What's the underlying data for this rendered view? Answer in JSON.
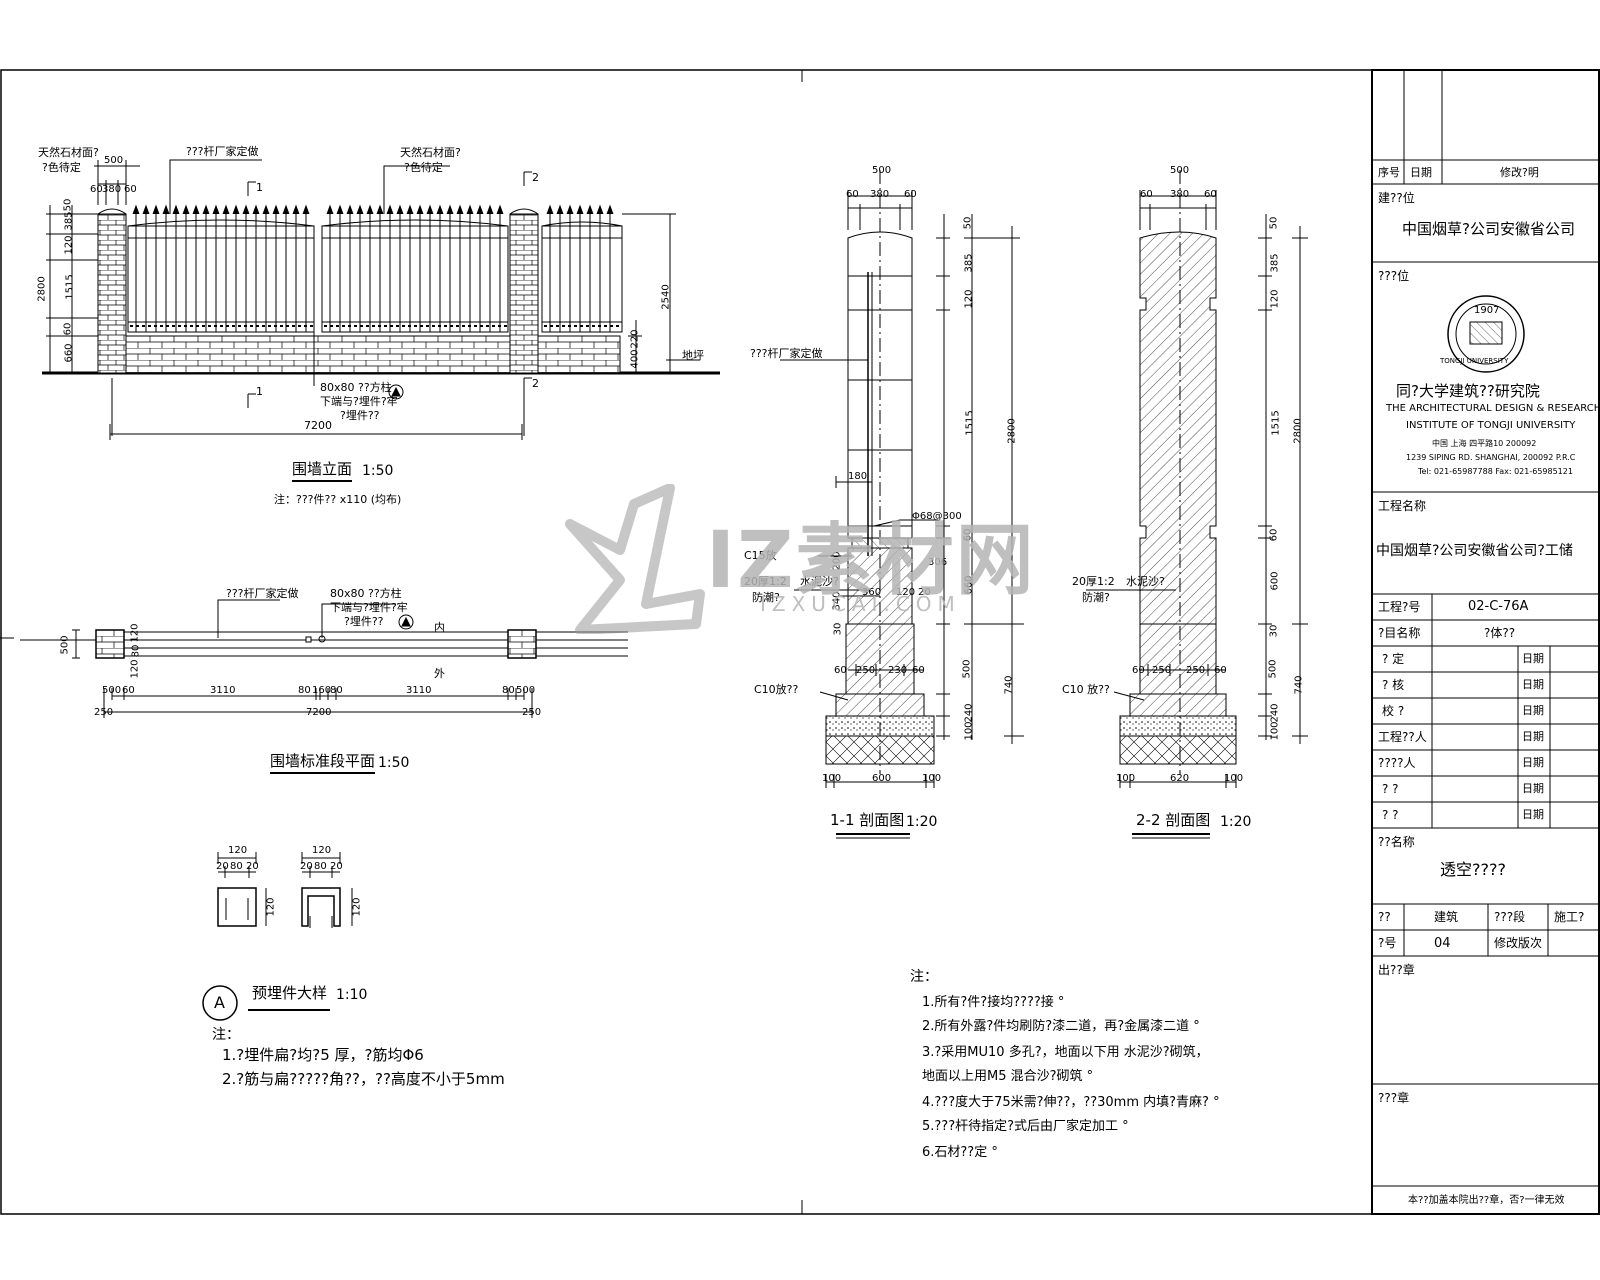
{
  "elevation": {
    "title": "围墙立面",
    "scale": "1:50",
    "note": "注：???件?? x110 (均布)",
    "labels": {
      "stone_left_1": "天然石材面?",
      "stone_left_2": "?色待定",
      "stone_right_1": "天然石材面?",
      "stone_right_2": "?色待定",
      "rail_maker": "???杆厂家定做",
      "post_1": "80x80 ??方柱",
      "post_2": "下端与?埋件?牢",
      "post_3": "?埋件??",
      "ground": "地坪",
      "sec1": "1",
      "sec2": "2"
    },
    "dims": {
      "top500": "500",
      "d60a": "60",
      "d380": "380",
      "d60b": "60",
      "d50": "50",
      "d385": "385",
      "d120": "120",
      "d1515": "1515",
      "d60": "60",
      "d660": "660",
      "d2800": "2800",
      "d2540": "2540",
      "d220": "220",
      "d400": "400",
      "d7200": "7200"
    }
  },
  "plan": {
    "title": "围墙标准段平面",
    "scale": "1:50",
    "labels": {
      "rail_maker": "???杆厂家定做",
      "post_1": "80x80 ??方柱",
      "post_2": "下端与?埋件?牢",
      "post_3": "?埋件??",
      "inside": "内",
      "outside": "外",
      "mark_a": "A"
    },
    "dims": {
      "d500v": "500",
      "d120": "120",
      "d80": "80",
      "d120b": "120",
      "r500": "500",
      "r60": "60",
      "r3110a": "3110",
      "r80a": "80",
      "r160": "160",
      "r80b": "80",
      "r3110b": "3110",
      "r80c": "80",
      "r500b": "500",
      "r250a": "250",
      "r7200": "7200",
      "r250b": "250"
    }
  },
  "section1": {
    "title": "1-1 剖面图",
    "scale": "1:20",
    "labels": {
      "rail_maker": "???杆厂家定做",
      "c15": "C15放",
      "phi": "Φ68@300",
      "waterproof_1": "20厚1:2",
      "waterproof_2": "水泥沙?",
      "waterproof_3": "防潮?",
      "c10": "C10放??"
    },
    "dims": {
      "w500": "500",
      "w60a": "60",
      "w380": "380",
      "w60b": "60",
      "h50": "50",
      "h385": "385",
      "h120": "120",
      "h1515": "1515",
      "h2800": "2800",
      "h60": "60",
      "h660": "660",
      "h200": "200",
      "h340": "340",
      "h30": "30",
      "h360": "360",
      "h120b": "120",
      "h20": "20",
      "h306": "306",
      "d180": "180",
      "b60a": "60",
      "b250": "250",
      "b230": "230",
      "b60b": "60",
      "h500": "500",
      "h740": "740",
      "h240": "240",
      "h100": "100",
      "f100a": "100",
      "f600": "600",
      "f100b": "100"
    }
  },
  "section2": {
    "title": "2-2 剖面图",
    "scale": "1:20",
    "labels": {
      "waterproof_1": "20厚1:2",
      "waterproof_2": "水泥沙?",
      "waterproof_3": "防潮?",
      "c10": "C10 放??"
    },
    "dims": {
      "w500": "500",
      "w60a": "60",
      "w380": "380",
      "w60b": "60",
      "h50": "50",
      "h385": "385",
      "h120": "120",
      "h1515": "1515",
      "h2800": "2800",
      "h60": "60",
      "h600": "600",
      "h30": "30",
      "b60a": "60",
      "b250": "250",
      "b250b": "250",
      "b60b": "60",
      "h500": "500",
      "h740": "740",
      "h240": "240",
      "h100": "100",
      "f100a": "100",
      "f620": "620",
      "f100b": "100"
    }
  },
  "detail_a": {
    "mark": "A",
    "title": "预埋件大样",
    "scale": "1:10",
    "dims": {
      "w120a": "120",
      "s20a": "20",
      "s80a": "80",
      "s20b": "20",
      "h120a": "120",
      "w120b": "120",
      "s20c": "20",
      "s80b": "80",
      "s20d": "20",
      "h120b": "120"
    },
    "notes_head": "注：",
    "notes": [
      "1.?埋件扁?均?5  厚，?筋均Φ6",
      "2.?筋与扁?????角??，??高度不小于5mm"
    ]
  },
  "general_notes": {
    "head": "注：",
    "items": [
      "1.所有?件?接均????接 °",
      "2.所有外露?件均刷防?漆二道，再?金属漆二道 °",
      "3.?采用MU10      多孔?，地面以下用            水泥沙?砌筑，",
      "   地面以上用M5       混合沙?砌筑 °",
      "4.???度大于75米需?伸??，??30mm 内填?青麻? °",
      "5.???杆待指定?式后由厂家定加工 °",
      "6.石材??定 °"
    ]
  },
  "title_block": {
    "rev_headers": [
      "序号",
      "日期",
      "修改?明"
    ],
    "owner_label": "建??位",
    "owner": "中国烟草?公司安徽省公司",
    "designer_label": "???位",
    "institute_cn": "同?大学建筑??研究院",
    "institute_en_1": "THE ARCHITECTURAL DESIGN & RESEARCH",
    "institute_en_2": "INSTITUTE OF TONGJI UNIVERSITY",
    "address_cn": "中国  上海  四平路10  200092",
    "address_en": "1239 SIPING RD.  SHANGHAI, 200092  P.R.C",
    "phone": "Tel: 021-65987788  Fax: 021-65985121",
    "seal_year": "1907",
    "seal_text": "TONGJI UNIVERSITY",
    "project_label": "工程名称",
    "project": "中国烟草?公司安徽省公司?工储",
    "proj_no_label": "工程?号",
    "proj_no": "02-C-76A",
    "item_label": "?目名称",
    "item": "?体??",
    "sign_rows": [
      {
        "label": "?   定",
        "date": "日期"
      },
      {
        "label": "?   核",
        "date": "日期"
      },
      {
        "label": "校   ?",
        "date": "日期"
      },
      {
        "label": "工程??人",
        "date": "日期"
      },
      {
        "label": "????人",
        "date": "日期"
      },
      {
        "label": "?   ?",
        "date": "日期"
      },
      {
        "label": "?   ?",
        "date": "日期"
      }
    ],
    "drawing_name_label": "??名称",
    "drawing_name": "透空????",
    "disc_label": "??",
    "disc": "建筑",
    "phase_label": "???段",
    "phase": "施工?",
    "no_label": "?号",
    "no": "04",
    "rev_label": "修改版次",
    "stamp_label": "出??章",
    "reg_label": "???章",
    "footer": "本??加盖本院出??章，否?一律无效"
  },
  "watermark": {
    "brand": "IZ素材网",
    "url": "IZXUCAI.COM"
  }
}
